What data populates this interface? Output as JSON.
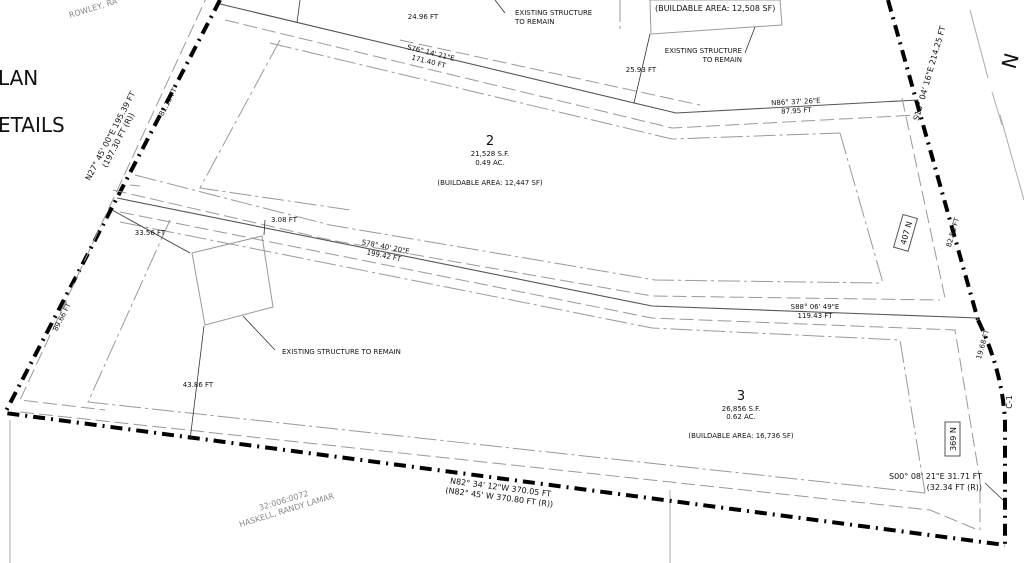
{
  "title_fragments": {
    "line1": "LAN",
    "line2": "ETAILS"
  },
  "neighbors": {
    "top_left": "ROWLEY, RA",
    "bottom_parcel_id": "32:006:0072",
    "bottom_owner": "HASKELL, RANDY LAMAR"
  },
  "north_fragment": "N",
  "lot1": {
    "buildable_area": "(BUILDABLE AREA: 12,508 SF)"
  },
  "lot2": {
    "number": "2",
    "sf": "21,528 S.F.",
    "acres": "0.49 AC.",
    "buildable_area": "(BUILDABLE AREA: 12,447 SF)",
    "address": "407 N"
  },
  "lot3": {
    "number": "3",
    "sf": "26,856 S.F.",
    "acres": "0.62 AC.",
    "buildable_area": "(BUILDABLE AREA: 16,736 SF)",
    "address": "369 N"
  },
  "bearings": {
    "line_1_2_a": {
      "bearing": "S76° 14' 21\"E",
      "dist": "171.40 FT"
    },
    "line_1_2_b": {
      "bearing": "N86° 37' 26\"E",
      "dist": "87.95 FT"
    },
    "line_2_3_a": {
      "bearing": "S78° 40' 20\"E",
      "dist": "199.42 FT"
    },
    "line_2_3_b": {
      "bearing": "S88° 06' 49\"E",
      "dist": "119.43 FT"
    },
    "west": {
      "bearing": "N27° 45' 00\"E 195.39 FT",
      "record": "(197.30 FT (R))"
    },
    "east": {
      "bearing": "S16° 04' 16\"E 214.25 FT"
    },
    "south": {
      "bearing": "N82° 34' 12\"W  370.05 FT",
      "record": "(N82° 45' W 370.80 FT (R))"
    },
    "southeast": {
      "bearing": "S00° 08' 21\"E  31.71 FT",
      "record": "(32.34 FT (R))"
    }
  },
  "dimensions": {
    "d1": "24.96 FT",
    "d2": "25.93 FT",
    "d3": "3.08 FT",
    "d4": "33.56 FT",
    "d5": "43.86 FT",
    "west_lot2": "81.13 FT",
    "west_lot3": "89.66 FT",
    "east_lot2": "82.53 FT",
    "east_lot3": "19.68 FT"
  },
  "curve_label": "C-1",
  "notes": {
    "existing": "EXISTING STRUCTURE",
    "to_remain": "TO REMAIN",
    "existing_full": "EXISTING STRUCTURE TO REMAIN"
  }
}
